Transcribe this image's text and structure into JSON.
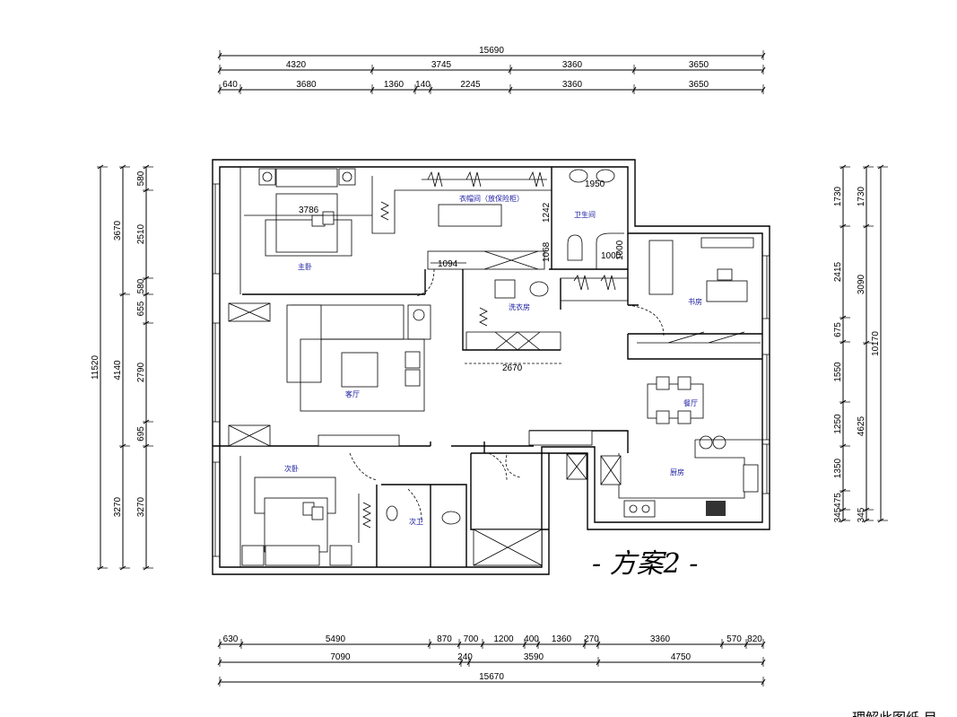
{
  "plan_title": "- 方案2 -",
  "footer_note": "理解此图纸  目",
  "rooms": {
    "master_bedroom": "主卧",
    "walk_in_closet": "衣帽间（放保险柜）",
    "bathroom": "卫生间",
    "laundry": "洗衣房",
    "study": "书房",
    "living_room": "客厅",
    "dining_room": "餐厅",
    "second_bedroom": "次卧",
    "second_bathroom": "次卫",
    "kitchen": "厨房"
  },
  "inner_dims": {
    "bed_width": "3786",
    "closet_depth": "1242",
    "vanity": "1950",
    "toilet_wall": "1068",
    "shower_w": "1000",
    "shower_h": "1000",
    "door": "1094",
    "laundry_w": "2670"
  },
  "dims": {
    "top_total": [
      "15690"
    ],
    "top_row1": [
      "4320",
      "3745",
      "3360",
      "3650"
    ],
    "top_row2": [
      "640",
      "3680",
      "1360",
      "140",
      "2245",
      "3360",
      "3650"
    ],
    "left_total": [
      "11520"
    ],
    "left_row1": [
      "3670",
      "4140",
      "3270"
    ],
    "left_row2": [
      "580",
      "2510",
      "580",
      "655",
      "2790",
      "695",
      "3270"
    ],
    "right_row1": [
      "1730",
      "2415",
      "675",
      "1550",
      "1250",
      "1350",
      "475",
      "345"
    ],
    "right_row2": [
      "1730",
      "3090",
      "4625",
      "345"
    ],
    "right_total": [
      "10170"
    ],
    "bottom_row1": [
      "630",
      "5490",
      "870",
      "700",
      "1200",
      "400",
      "1360",
      "270",
      "3360",
      "570",
      "820"
    ],
    "bottom_row2": [
      "7090",
      "240",
      "3590",
      "4750"
    ],
    "bottom_total": [
      "15670"
    ]
  }
}
